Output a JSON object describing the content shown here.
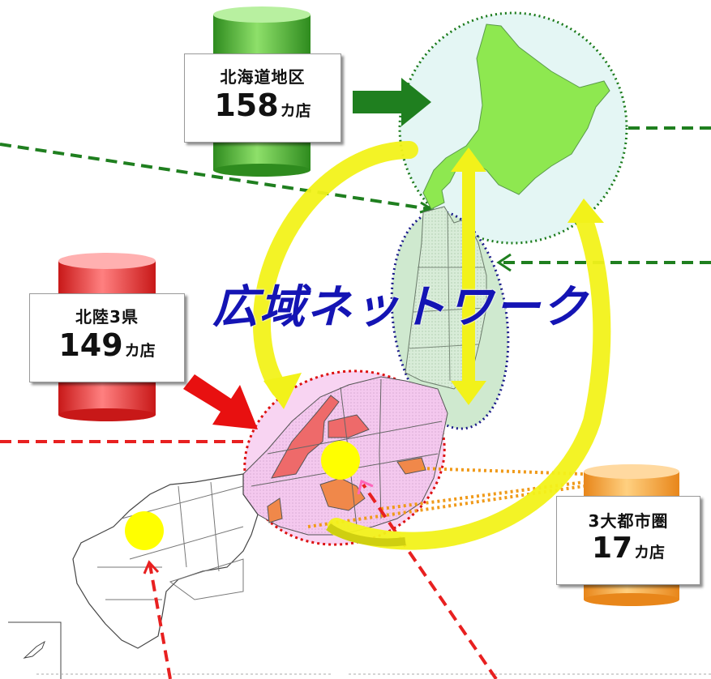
{
  "title": "広域ネットワーク",
  "regions": {
    "hokkaido": {
      "name": "北海道地区",
      "count": "158",
      "unit": "カ店",
      "color": "#33aa22"
    },
    "hokuriku": {
      "name": "北陸3県",
      "count": "149",
      "unit": "カ店",
      "color": "#ee2222"
    },
    "metro": {
      "name": "3大都市圏",
      "count": "17",
      "unit": "カ店",
      "color": "#f09a1a"
    }
  },
  "colors": {
    "network_arrows": "#f2f21a",
    "hokkaido_circle": "#1a7a1a",
    "tohoku_circle": "#1a1a8a",
    "hokuriku_circle": "#dd1111",
    "title": "#1414b4"
  },
  "icons": {
    "hokkaido_cylinder": "cylinder-icon",
    "hokuriku_cylinder": "cylinder-icon",
    "metro_cylinder": "cylinder-icon"
  }
}
